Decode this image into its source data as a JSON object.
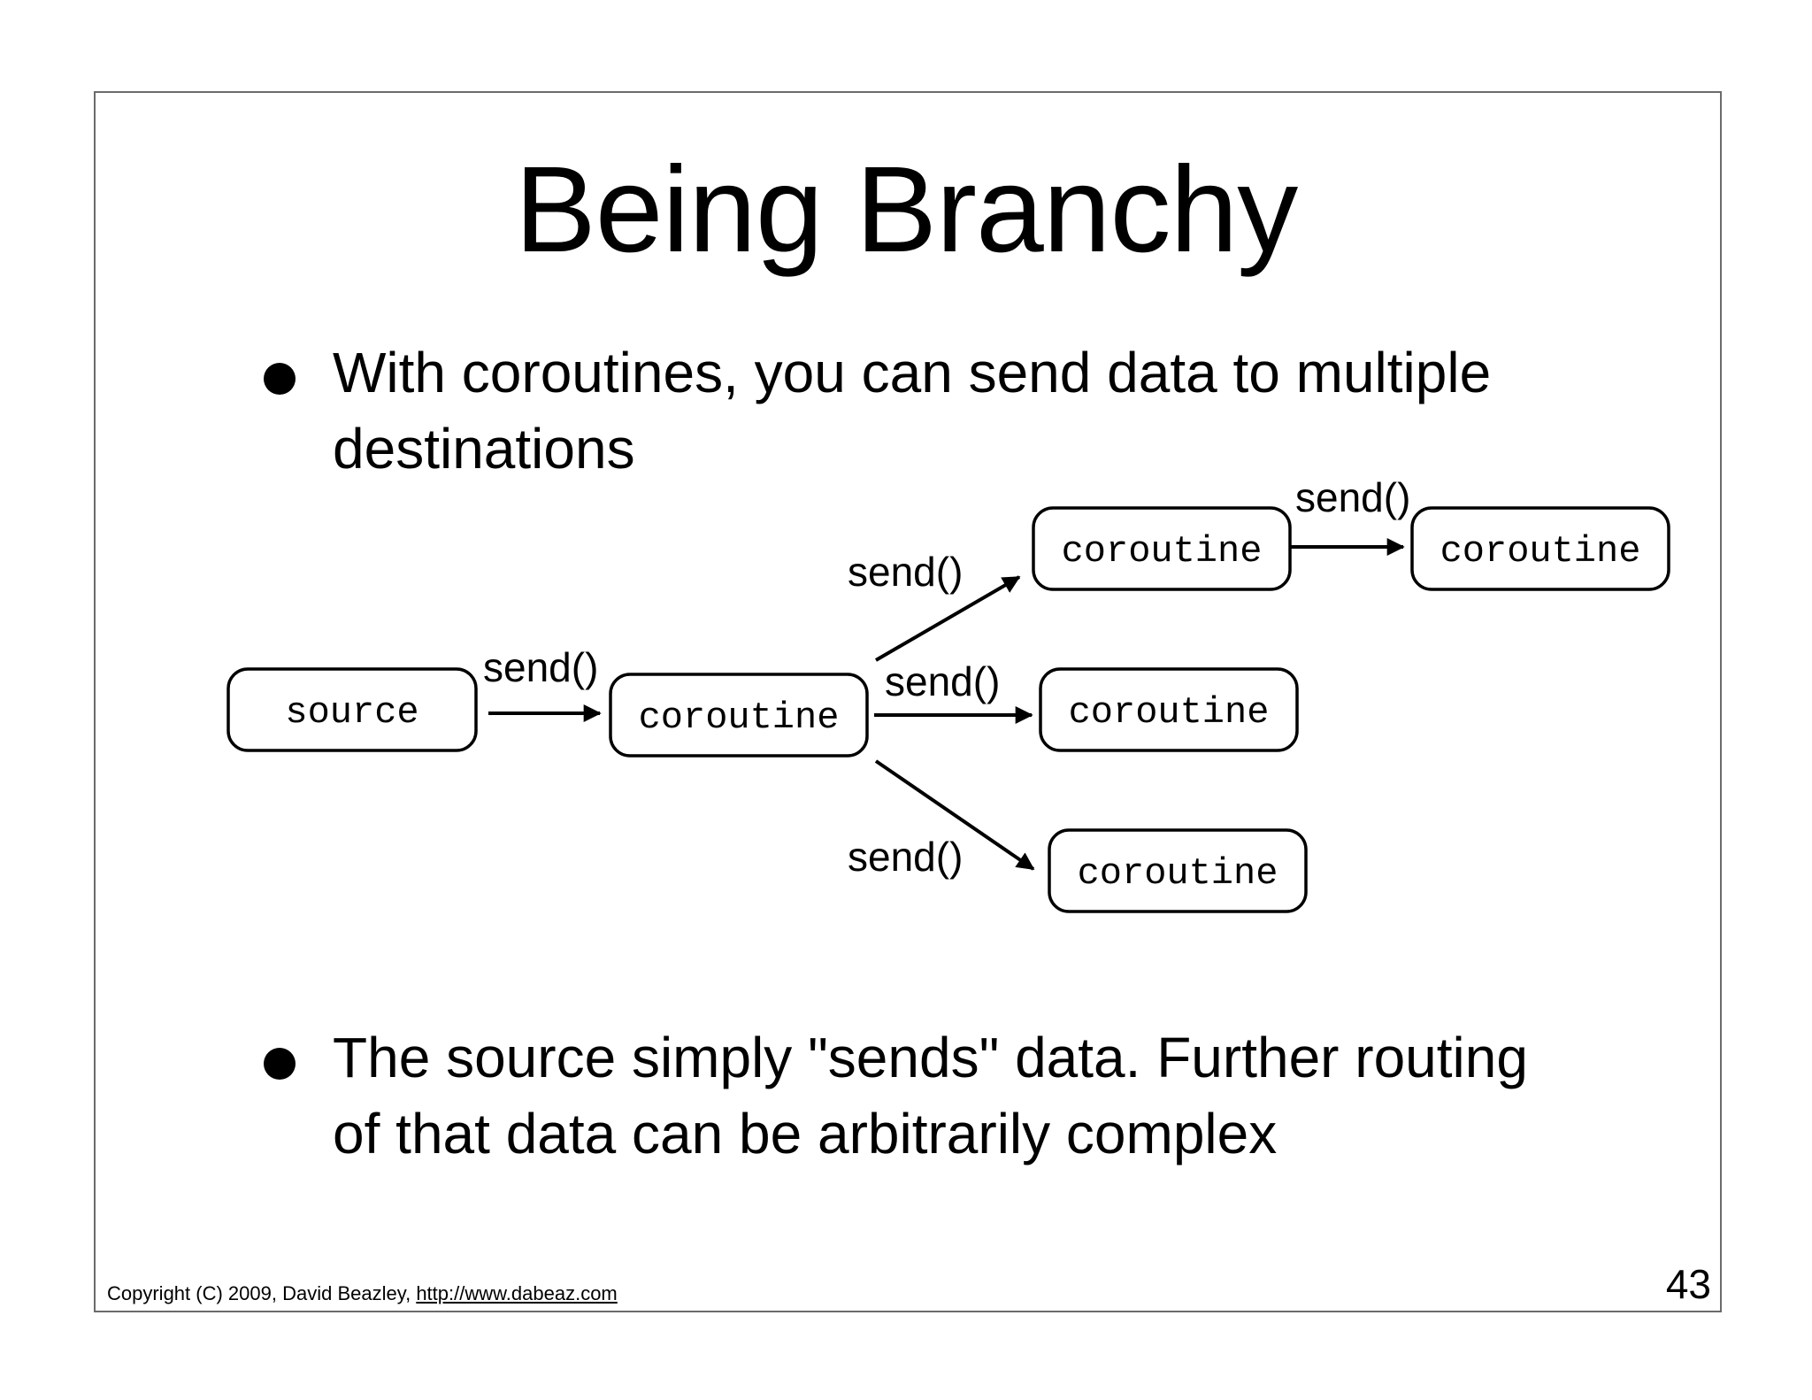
{
  "title": "Being Branchy",
  "bullets": [
    {
      "line1": "With coroutines, you can send data to multiple",
      "line2": "destinations"
    },
    {
      "line1": "The source simply \"sends\" data.  Further routing",
      "line2": "of  that data can be arbitrarily complex"
    }
  ],
  "diagram": {
    "nodes": {
      "source": "source",
      "hub": "coroutine",
      "top": "coroutine",
      "top_right": "coroutine",
      "middle": "coroutine",
      "bottom": "coroutine"
    },
    "edges": {
      "source_to_hub": "send()",
      "hub_to_top": "send()",
      "top_to_top_right": "send()",
      "hub_to_middle": "send()",
      "hub_to_bottom": "send()"
    }
  },
  "footer": {
    "copyright": "Copyright (C) 2009,  David Beazley, ",
    "url": "http://www.dabeaz.com"
  },
  "page_number": "43"
}
